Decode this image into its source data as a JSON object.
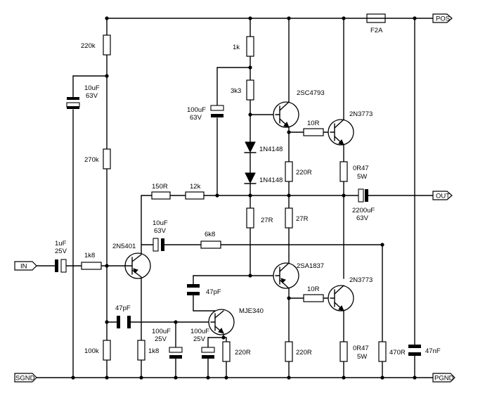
{
  "ports": {
    "pos": "POS",
    "out": "OUT",
    "in": "IN",
    "sgnd": "SGND",
    "pgnd": "PGND"
  },
  "fuse": {
    "label": "F2A"
  },
  "resistors": {
    "r220k": "220k",
    "r270k": "270k",
    "r100k": "100k",
    "r1k8_in": "1k8",
    "r1k8_low": "1k8",
    "r1k": "1k",
    "r3k3": "3k3",
    "r150": "150R",
    "r12k": "12k",
    "r6k8": "6k8",
    "r27_a": "27R",
    "r27_b": "27R",
    "r220_mje": "220R",
    "r220_up": "220R",
    "r220_low": "220R",
    "r10_up": "10R",
    "r10_low": "10R",
    "r470": "470R"
  },
  "capacitors": {
    "c10u_top": [
      "10uF",
      "63V"
    ],
    "c100u_top": [
      "100uF",
      "63V"
    ],
    "c1u": [
      "1uF",
      "25V"
    ],
    "c10u_mid": [
      "10uF",
      "63V"
    ],
    "c47p_a": "47pF",
    "c47p_b": "47pF",
    "c100u_a": [
      "100uF",
      "25V"
    ],
    "c100u_b": [
      "100uF",
      "25V"
    ],
    "c2200u": [
      "2200uF",
      "63V"
    ],
    "c47n": "47nF"
  },
  "power_resistors": {
    "r047_top": [
      "0R47",
      "5W"
    ],
    "r047_bot": [
      "0R47",
      "5W"
    ]
  },
  "diodes": {
    "d1": "1N4148",
    "d2": "1N4148"
  },
  "transistors": {
    "q_2n5401": "2N5401",
    "q_mje340": "MJE340",
    "q_2sc4793": "2SC4793",
    "q_2sa1837": "2SA1837",
    "q_2n3773_top": "2N3773",
    "q_2n3773_bot": "2N3773"
  }
}
